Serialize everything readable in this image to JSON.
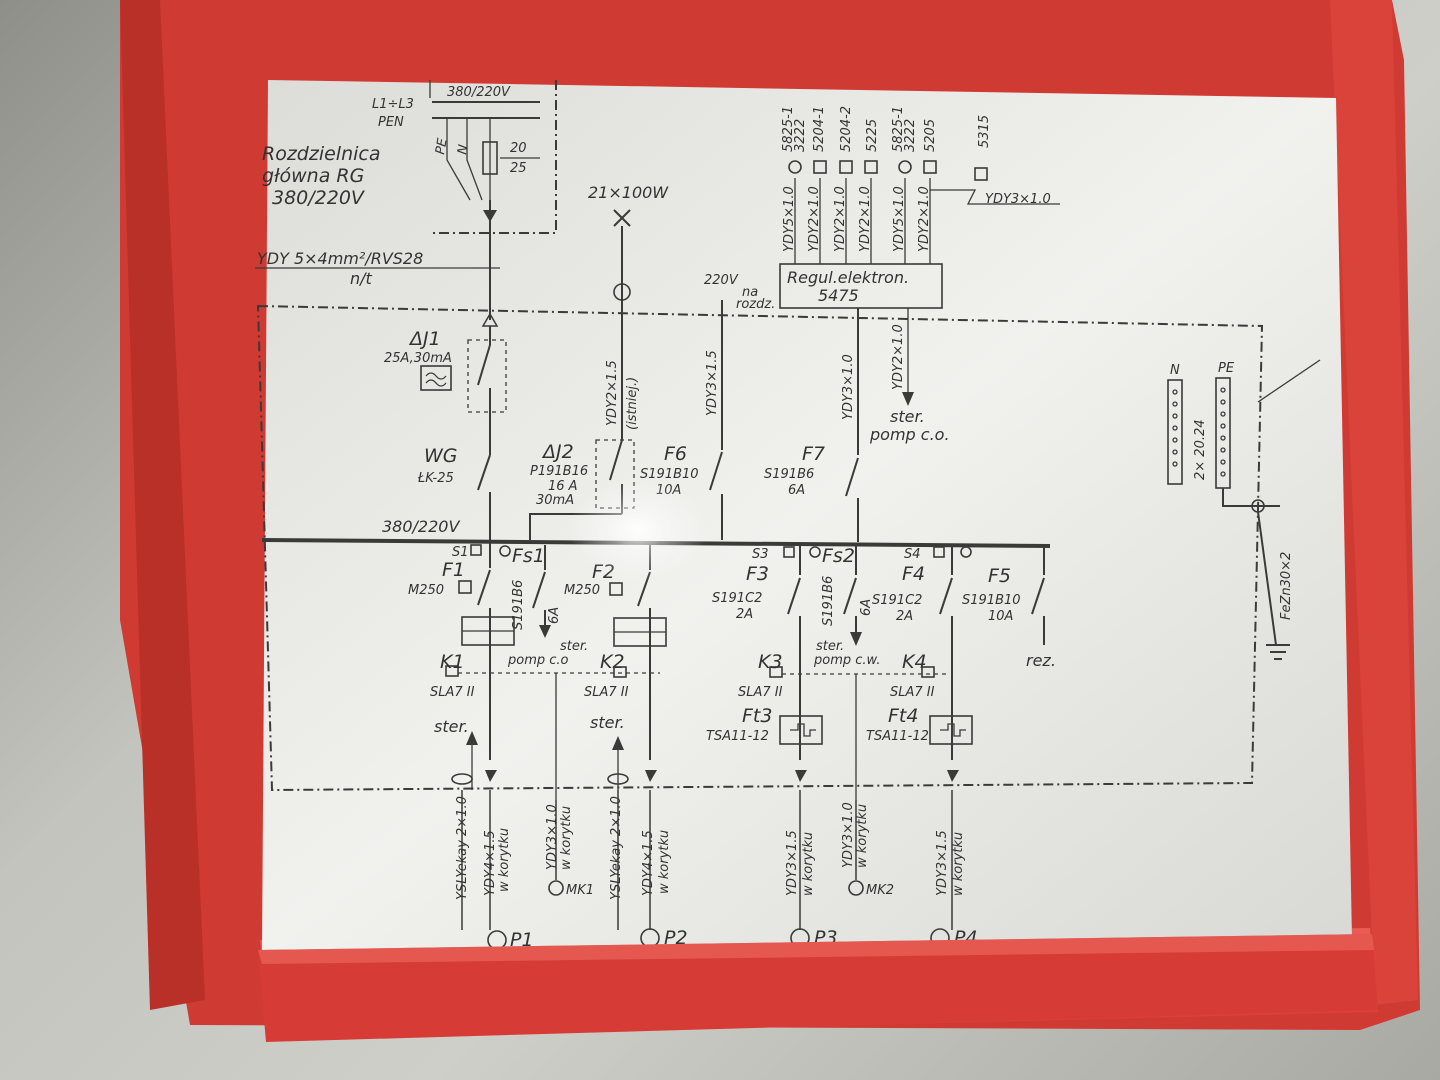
{
  "colors": {
    "tape": "#d33a33",
    "paper": "#ececea",
    "ink": "#3a3a3a"
  },
  "panel": {
    "line1": "Rozdzielnica",
    "line2": "główna RG",
    "line3": "380/220V"
  },
  "supply": {
    "phases": "L1÷L3",
    "pen": "PEN",
    "voltage": "380/220V",
    "fuse_top": "20",
    "fuse_bot": "25",
    "pe": "PE",
    "n": "N"
  },
  "feeder": {
    "cable": "YDY 5×4mm²/RVS28",
    "route": "n/t"
  },
  "lamp": {
    "label": "21×100W"
  },
  "aux": {
    "voltage": "220V",
    "na": "na",
    "rozdz": "rozdz."
  },
  "regulator": {
    "line1": "Regul.elektron.",
    "line2": "5475"
  },
  "sensors": [
    {
      "code": "5825-1",
      "sub": "3222",
      "cable": "YDY5×1.0"
    },
    {
      "code": "5204-1",
      "sub": "",
      "cable": "YDY2×1.0"
    },
    {
      "code": "5204-2",
      "sub": "",
      "cable": "YDY2×1.0"
    },
    {
      "code": "5225",
      "sub": "",
      "cable": "YDY2×1.0"
    },
    {
      "code": "5825-1",
      "sub": "3222",
      "cable": "YDY5×1.0"
    },
    {
      "code": "5205",
      "sub": "",
      "cable": "YDY2×1.0"
    }
  ],
  "sensor_extra": {
    "code": "5315",
    "cable": "YDY3×1.0"
  },
  "reg_out": {
    "cable": "YDY2×1.0",
    "dest1": "ster.",
    "dest2": "pomp c.o."
  },
  "dj1": {
    "name": "ΔJ1",
    "rating": "25A,30mA"
  },
  "wg": {
    "name": "WG",
    "type": "ŁK-25"
  },
  "dj2": {
    "name": "ΔJ2",
    "type": "P191B16",
    "amps": "16 A",
    "ma": "30mA"
  },
  "f6": {
    "name": "F6",
    "type": "S191B10",
    "amps": "10A"
  },
  "f7": {
    "name": "F7",
    "type": "S191B6",
    "amps": "6A"
  },
  "c_lamp": {
    "cable": "YDY2×1.5",
    "note": "(istniej.)"
  },
  "c_aux": {
    "cable": "YDY3×1.5"
  },
  "c_f7": {
    "cable": "YDY3×1.0"
  },
  "bus": {
    "label": "380/220V"
  },
  "s1": "S1",
  "s3": "S3",
  "s4": "S4",
  "fs1": {
    "name": "Fs1",
    "type": "S191B6",
    "amps": "6A"
  },
  "fs2": {
    "name": "Fs2",
    "type": "S191B6",
    "amps": "6A"
  },
  "f1": {
    "name": "F1",
    "type": "M250"
  },
  "f2": {
    "name": "F2",
    "type": "M250"
  },
  "f3": {
    "name": "F3",
    "type": "S191C2",
    "amps": "2A"
  },
  "f4": {
    "name": "F4",
    "type": "S191C2",
    "amps": "2A"
  },
  "f5": {
    "name": "F5",
    "type": "S191B10",
    "amps": "10A",
    "note": "rez."
  },
  "pump_co": {
    "l1": "ster.",
    "l2": "pomp c.o"
  },
  "pump_cw": {
    "l1": "ster.",
    "l2": "pomp c.w."
  },
  "k1": {
    "name": "K1",
    "type": "SLA7 II"
  },
  "k2": {
    "name": "K2",
    "type": "SLA7 II"
  },
  "k3": {
    "name": "K3",
    "type": "SLA7 II"
  },
  "k4": {
    "name": "K4",
    "type": "SLA7 II"
  },
  "ft3": {
    "name": "Ft3",
    "type": "TSA11-12"
  },
  "ft4": {
    "name": "Ft4",
    "type": "TSA11-12"
  },
  "ster_a": "ster.",
  "ster_b": "ster.",
  "bar": {
    "n": "N",
    "pe": "PE",
    "spec": "2× 20.24"
  },
  "earth": {
    "label": "FeZn30×2"
  },
  "bottom_cables": [
    {
      "cable": "YSLYekay 2×1.0",
      "route": ""
    },
    {
      "cable": "YDY4×1.5",
      "route": "w korytku"
    },
    {
      "cable": "YDY3×1.0",
      "route": "w korytku"
    },
    {
      "cable": "YSLYekay 2×1.0",
      "route": ""
    },
    {
      "cable": "YDY4×1.5",
      "route": "w korytku"
    },
    {
      "cable": "YDY3×1.5",
      "route": "w korytku"
    },
    {
      "cable": "YDY3×1.0",
      "route": "w korytku"
    },
    {
      "cable": "YDY3×1.5",
      "route": "w korytku"
    }
  ],
  "mk1": "MK1",
  "mk2": "MK2",
  "motors": [
    {
      "name": "P1"
    },
    {
      "name": "P2"
    },
    {
      "name": "P3"
    },
    {
      "name": "P4"
    }
  ]
}
